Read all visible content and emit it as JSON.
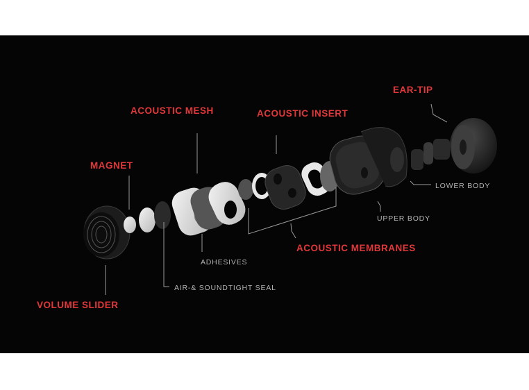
{
  "diagram": {
    "labels": {
      "ear_tip": "EAR-TIP",
      "acoustic_mesh": "ACOUSTIC MESH",
      "acoustic_insert": "ACOUSTIC INSERT",
      "magnet": "MAGNET",
      "lower_body": "LOWER BODY",
      "upper_body": "UPPER BODY",
      "acoustic_membranes": "ACOUSTIC MEMBRANES",
      "adhesives": "ADHESIVES",
      "seal": "AIR-& SOUNDTIGHT SEAL",
      "volume_slider": "VOLUME SLIDER"
    },
    "colors": {
      "background": "#050505",
      "primary_label": "#e0383a",
      "secondary_label": "#b4b4b4"
    }
  }
}
